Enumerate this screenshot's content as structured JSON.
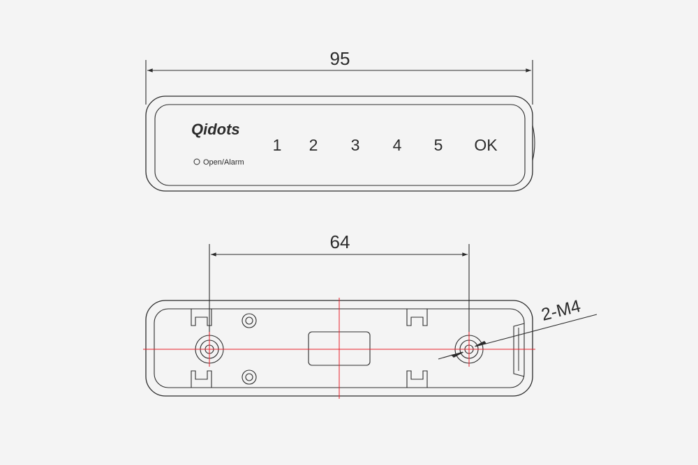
{
  "colors": {
    "background": "#f4f4f4",
    "line": "#2b2b2b",
    "centerline": "#e8202a"
  },
  "front_view": {
    "dimension_label": "95",
    "brand_logo": "Qidots",
    "keys": [
      "1",
      "2",
      "3",
      "4",
      "5",
      "OK"
    ],
    "indicator_label": "Open/Alarm"
  },
  "back_view": {
    "dimension_label": "64",
    "hole_callout": "2-M4"
  }
}
